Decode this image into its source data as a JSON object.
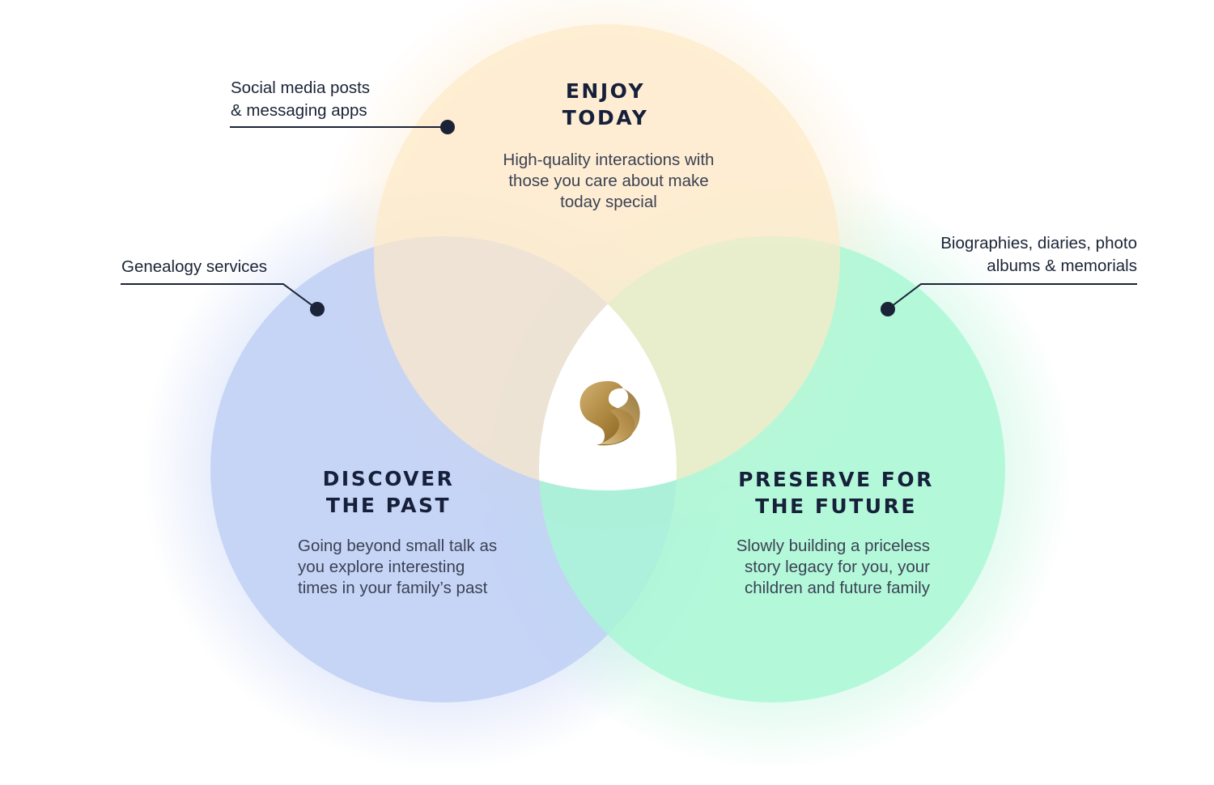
{
  "circles": {
    "enjoy": {
      "title": "ENJOY\nTODAY",
      "description": "High-quality interactions with\nthose you care about make\ntoday special",
      "color": "#fdeac8"
    },
    "discover": {
      "title": "DISCOVER\nTHE PAST",
      "description": "Going beyond small talk as\nyou explore interesting\ntimes in your family’s past",
      "color": "#bccdf5"
    },
    "preserve": {
      "title": "PRESERVE FOR\nTHE FUTURE",
      "description": "Slowly building a priceless\nstory legacy for you, your\nchildren and future family",
      "color": "#a6f7d4"
    }
  },
  "callouts": {
    "social": "Social media posts\n& messaging apps",
    "genealogy": "Genealogy services",
    "biographies": "Biographies, diaries, photo\nalbums & memorials"
  },
  "center_logo": {
    "icon": "s-logo-icon",
    "color": "#b08a3e"
  },
  "colors": {
    "title": "#16203a",
    "text": "#3a4254",
    "line": "#1b2437",
    "center": "#ffffff"
  }
}
